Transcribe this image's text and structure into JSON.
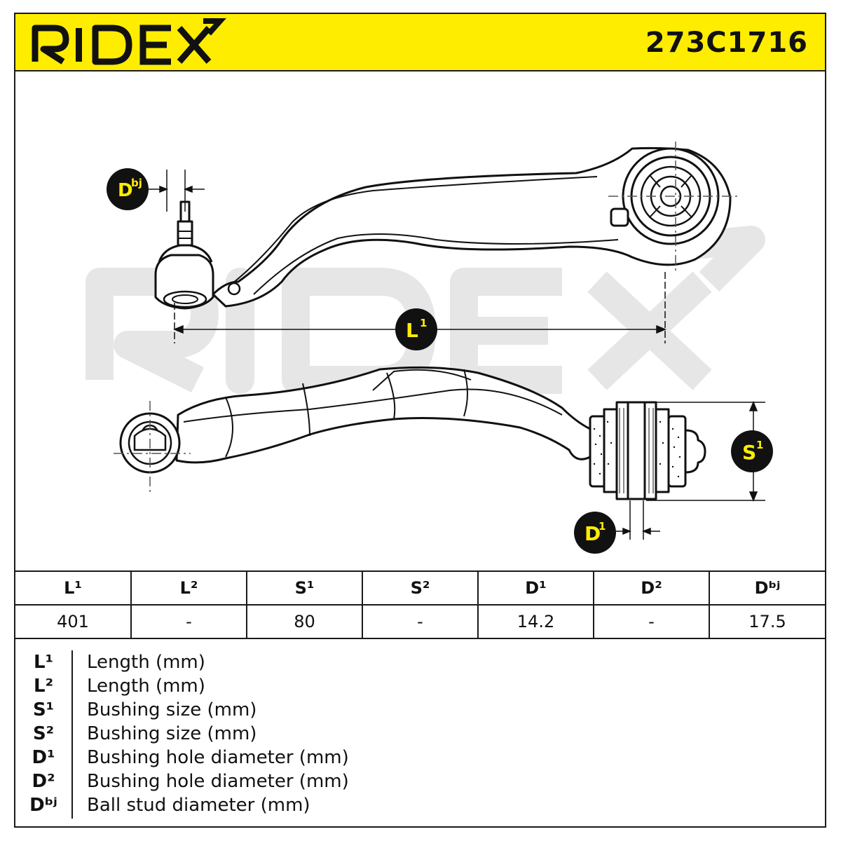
{
  "header": {
    "brand": "RIDEX",
    "part_number": "273C1716",
    "accent_color": "#ffed00"
  },
  "diagram": {
    "watermark": "RIDEX",
    "labels": {
      "dbj": {
        "main": "D",
        "sup": "bj"
      },
      "l1": {
        "main": "L",
        "sup": "1"
      },
      "s1": {
        "main": "S",
        "sup": "1"
      },
      "d1": {
        "main": "D",
        "sup": "1"
      }
    }
  },
  "table": {
    "headers": [
      "L¹",
      "L²",
      "S¹",
      "S²",
      "D¹",
      "D²",
      "Dᵇʲ"
    ],
    "values": [
      "401",
      "-",
      "80",
      "-",
      "14.2",
      "-",
      "17.5"
    ]
  },
  "legend": [
    {
      "symbol": "L¹",
      "description": "Length (mm)"
    },
    {
      "symbol": "L²",
      "description": "Length (mm)"
    },
    {
      "symbol": "S¹",
      "description": "Bushing size (mm)"
    },
    {
      "symbol": "S²",
      "description": "Bushing size (mm)"
    },
    {
      "symbol": "D¹",
      "description": "Bushing hole diameter (mm)"
    },
    {
      "symbol": "D²",
      "description": "Bushing hole diameter (mm)"
    },
    {
      "symbol": "Dᵇʲ",
      "description": "Ball stud diameter (mm)"
    }
  ]
}
